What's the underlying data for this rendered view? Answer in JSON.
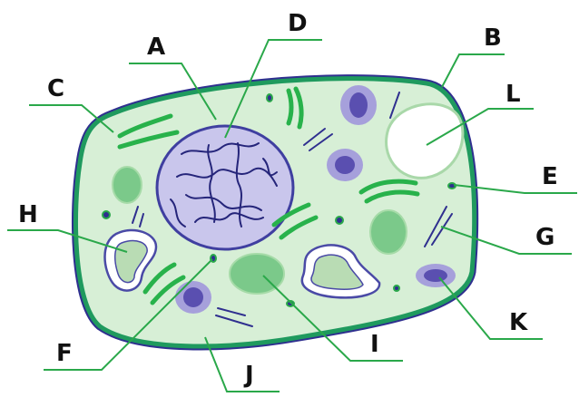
{
  "colors": {
    "cytoplasm": "#d7efd6",
    "cell_wall_outer": "#2f2f8f",
    "cell_wall_inner": "#1f9a5e",
    "leader_line": "#2aa84a",
    "nucleus_fill": "#c9c6ec",
    "nucleus_stroke": "#3f3fa0",
    "chromatin": "#25257a",
    "chloroplast": "#28b24b",
    "vesicle_fill": "#7bc98a",
    "vacuole": "#ffffff",
    "mitochondrion_outer": "#a6a0db",
    "mitochondrion_inner": "#5a4fb0"
  },
  "labels": {
    "A": "A",
    "B": "B",
    "C": "C",
    "D": "D",
    "E": "E",
    "F": "F",
    "G": "G",
    "H": "H",
    "I": "I",
    "J": "J",
    "K": "K",
    "L": "L"
  }
}
